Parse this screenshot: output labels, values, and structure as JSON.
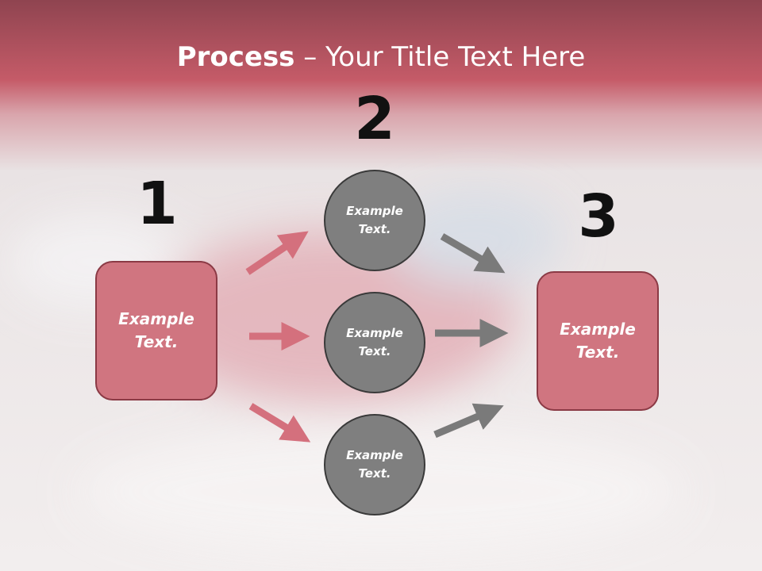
{
  "title": {
    "bold": "Process",
    "rest": " – Your Title Text Here"
  },
  "steps": {
    "one": {
      "number": "1",
      "line1": "Example",
      "line2": "Text."
    },
    "two": {
      "number": "2",
      "items": [
        {
          "line1": "Example",
          "line2": "Text."
        },
        {
          "line1": "Example",
          "line2": "Text."
        },
        {
          "line1": "Example",
          "line2": "Text."
        }
      ]
    },
    "three": {
      "number": "3",
      "line1": "Example",
      "line2": "Text."
    }
  },
  "colors": {
    "accent": "#d07580",
    "banner": "#c0505f",
    "circle": "#7f7f7f",
    "arrow_pink": "#d4707d",
    "arrow_gray": "#7a7a7a"
  }
}
